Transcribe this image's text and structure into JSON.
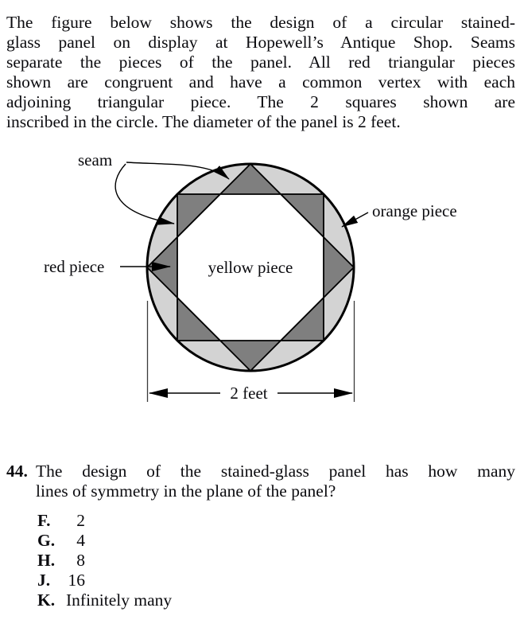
{
  "intro": {
    "lines": [
      "The figure below shows the design of a circular stained-",
      "glass panel on display at Hopewell’s Antique Shop. Seams",
      "separate the pieces of the panel. All red triangular pieces",
      "shown are congruent and have a common vertex with each",
      "adjoining triangular piece. The 2 squares shown are",
      "inscribed in the circle. The diameter of the panel is 2 feet."
    ]
  },
  "figure": {
    "labels": {
      "seam": "seam",
      "red": "red piece",
      "orange": "orange piece",
      "yellow": "yellow piece",
      "dimension": "2 feet"
    },
    "colors": {
      "orange_piece": "#d3d3d3",
      "red_piece": "#7f7f7f",
      "yellow_piece": "#ffffff",
      "seam_line": "#000000"
    }
  },
  "question": {
    "number": "44.",
    "lines": [
      "The design of the stained-glass panel has how many",
      "lines of symmetry in the plane of the panel?"
    ],
    "options": [
      {
        "letter": "F.",
        "value": "2"
      },
      {
        "letter": "G.",
        "value": "4"
      },
      {
        "letter": "H.",
        "value": "8"
      },
      {
        "letter": "J.",
        "value": "16"
      },
      {
        "letter": "K.",
        "value": "Infinitely many"
      }
    ]
  }
}
